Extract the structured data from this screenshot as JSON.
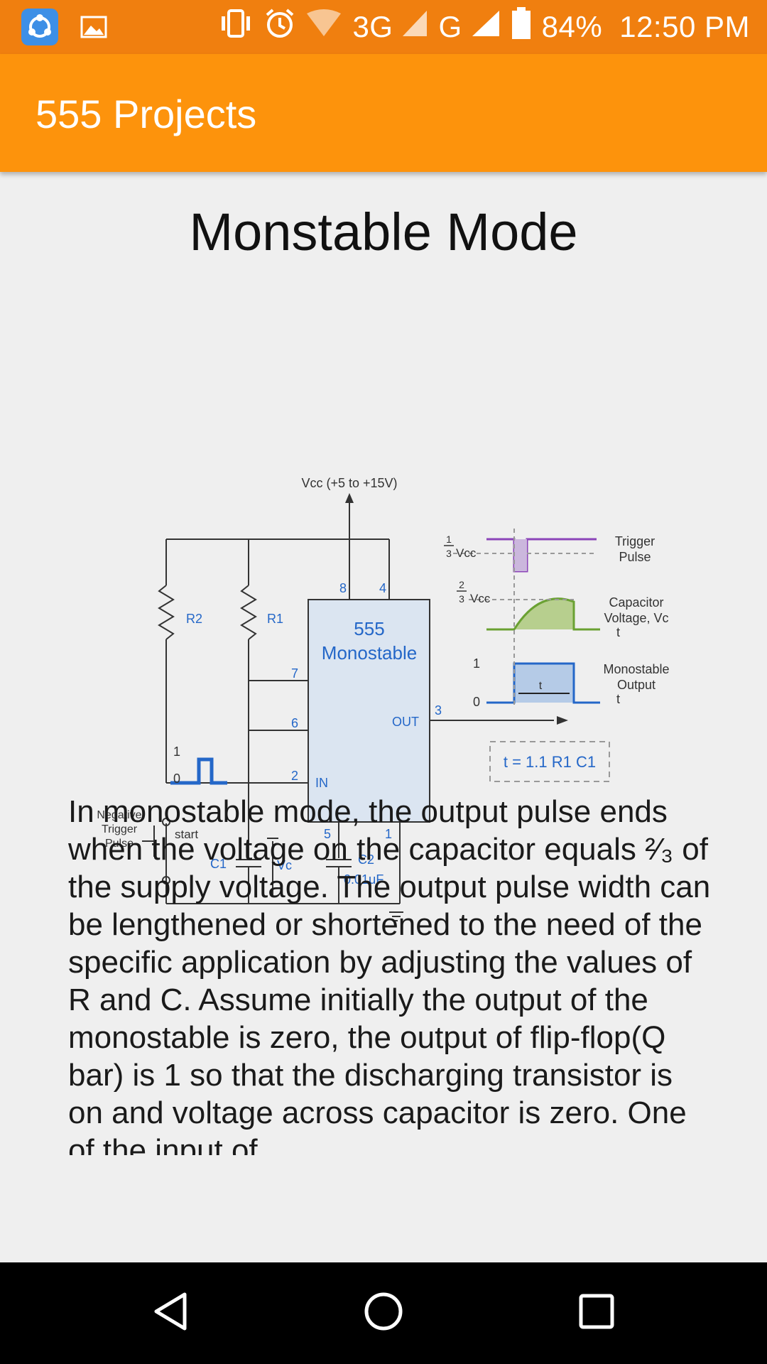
{
  "status_bar": {
    "network_3g": "3G",
    "network_g": "G",
    "battery": "84%",
    "time": "12:50 PM",
    "icons": [
      "shareit-icon",
      "image-icon",
      "vibrate-icon",
      "alarm-icon",
      "wifi-icon",
      "signal-icon",
      "battery-icon"
    ]
  },
  "app_bar": {
    "title": "555 Projects",
    "color": "#fd930c"
  },
  "page": {
    "title": "Monstable Mode"
  },
  "diagram": {
    "vcc_label": "Vcc (+5 to +15V)",
    "r2": "R2",
    "r1": "R1",
    "chip_line1": "555",
    "chip_line2": "Monostable",
    "pin8": "8",
    "pin4": "4",
    "pin7": "7",
    "pin6": "6",
    "pin2": "2",
    "pin3": "3",
    "pin5": "5",
    "pin1": "1",
    "in_label": "IN",
    "out_label": "OUT",
    "neg_trigger": [
      "Negative",
      "Trigger",
      "Pulse"
    ],
    "start": "start",
    "c1": "C1",
    "vc": "Vc",
    "c2": "C2",
    "c2_value": "0.01μF",
    "pulse_one": "1",
    "pulse_zero": "0",
    "third_vcc": "Vcc",
    "two_third_vcc": "Vcc",
    "trigger_pulse": [
      "Trigger",
      "Pulse"
    ],
    "capacitor_voltage": [
      "Capacitor",
      "Voltage, Vc"
    ],
    "monostable_output": [
      "Monostable",
      "Output"
    ],
    "axis_t": "t",
    "out_one": "1",
    "out_zero": "0",
    "formula": "t = 1.1 R1 C1"
  },
  "body": {
    "text": "In monostable mode, the output pulse ends when the voltage on the capacitor equals ²⁄₃ of the supply voltage. The output pulse width can be lengthened or shortened to the need of the specific application by adjusting the values of R and C.  Assume initially the output of the monostable is zero, the output of flip-flop(Q bar) is 1 so that the discharging transistor is on and voltage across capacitor is zero. One of the input of"
  },
  "nav": {
    "icons": [
      "back-icon",
      "home-icon",
      "recents-icon"
    ]
  }
}
